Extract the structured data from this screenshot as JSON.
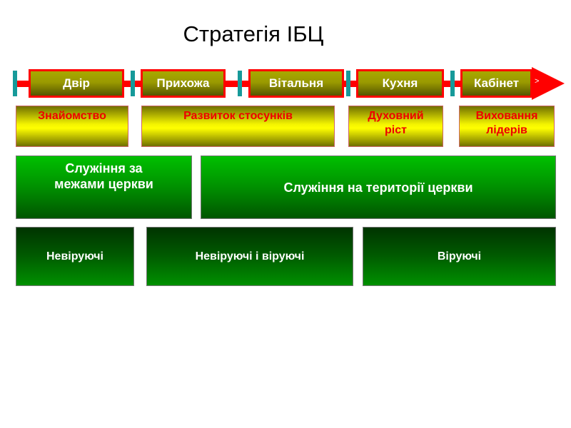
{
  "title": "Стратегія ІБЦ",
  "stages": [
    "Двір",
    "Прихожа",
    "Вітальня",
    "Кухня",
    "Кабінет"
  ],
  "arrow_marker": ">",
  "phases": [
    "Знайомство",
    "Развиток стосунків",
    "Духовний ріст",
    "Виховання лідерів"
  ],
  "services": [
    "Служіння за межами церкви",
    "Служіння на території церкви"
  ],
  "audiences": [
    "Невіруючі",
    "Невіруючі і віруючі",
    "Віруючі"
  ],
  "colors": {
    "arrow": "#ff0000",
    "tick": "#169a9a",
    "stage_fill": "#9a9a00",
    "phase_text": "#ee0000",
    "service_fill": "#009000",
    "audience_fill": "#005c00"
  }
}
